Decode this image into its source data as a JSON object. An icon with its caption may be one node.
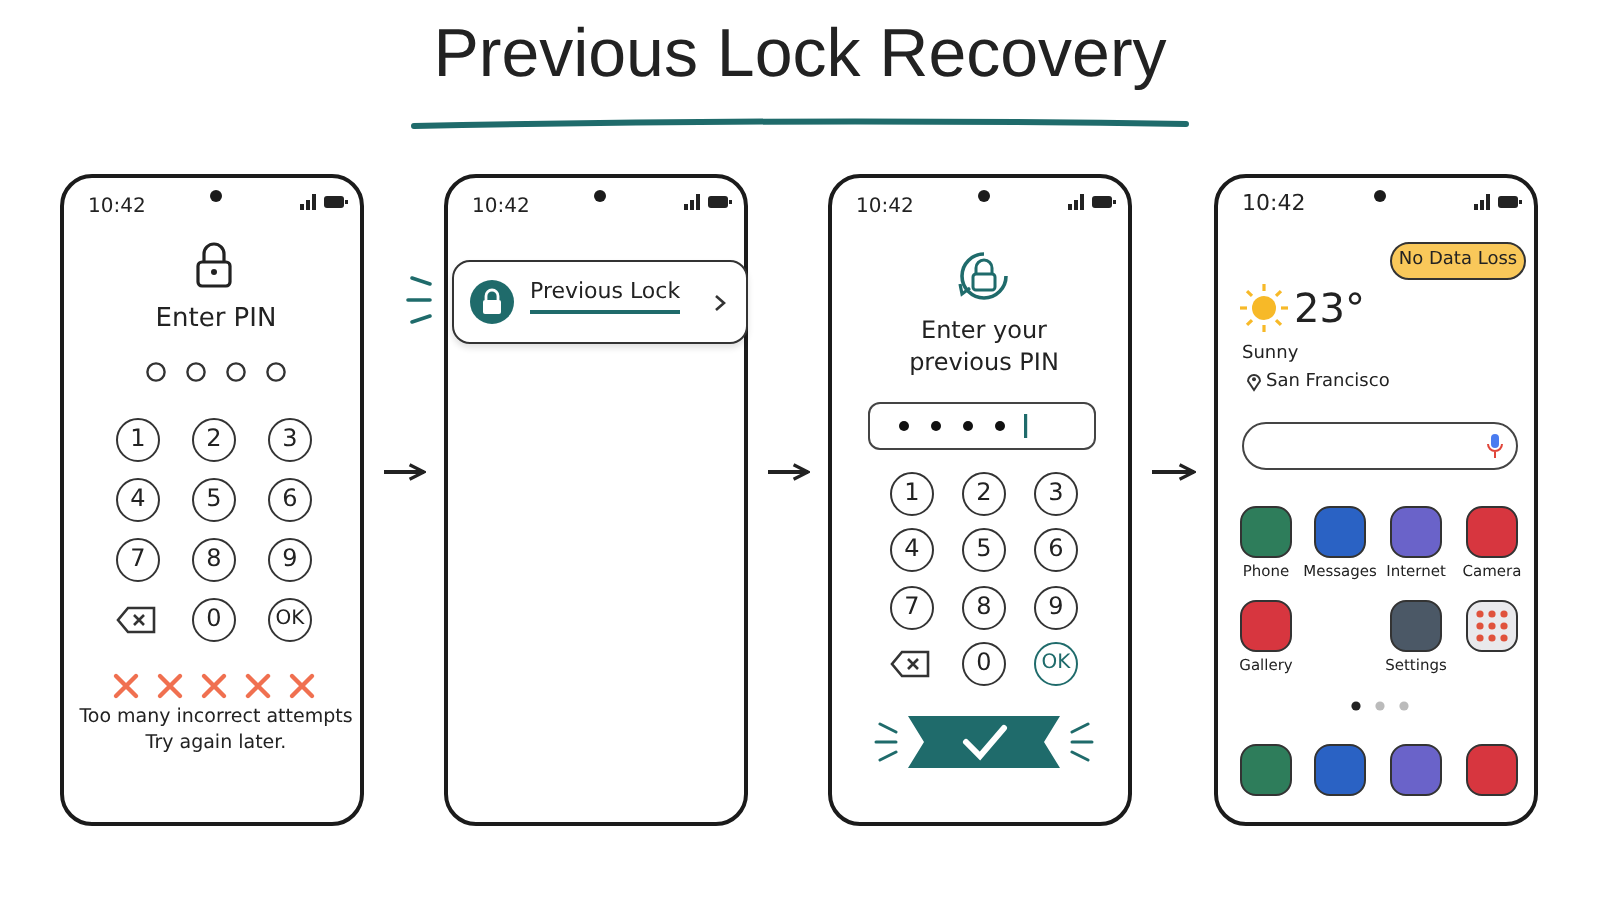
{
  "diagram": {
    "title": "Previous Lock Recovery",
    "nodes": [
      {
        "text": [
          "10:42",
          "Enter PIN",
          "Too many incorrect attempts Try again later."
        ]
      },
      {
        "text": [
          "1"
        ],
        "in": 0
      },
      {
        "text": [
          "2"
        ],
        "in": 0
      },
      {
        "text": [
          "3"
        ],
        "in": 0
      },
      {
        "text": [
          "4"
        ],
        "in": 0
      },
      {
        "text": [
          "5"
        ],
        "in": 0
      },
      {
        "text": [
          "6"
        ],
        "in": 0
      },
      {
        "text": [
          "7"
        ],
        "in": 0
      },
      {
        "text": [
          "8"
        ],
        "in": 0
      },
      {
        "text": [
          "9"
        ],
        "in": 0
      },
      {
        "text": [],
        "shape": "box",
        "in": 0
      },
      {
        "text": [
          "0"
        ],
        "in": 0
      },
      {
        "text": [
          "OK"
        ],
        "in": 0
      },
      {
        "text": [
          "10:42"
        ]
      },
      {
        "text": [
          "Previous Lock"
        ],
        "in": 13
      },
      {
        "text": [
          "10:42",
          "Enter your previous PIN"
        ]
      },
      {
        "text": [],
        "shape": "box",
        "in": 15
      },
      {
        "text": [
          "1"
        ],
        "in": 15
      },
      {
        "text": [
          "2"
        ],
        "in": 15
      },
      {
        "text": [
          "3"
        ],
        "in": 15
      },
      {
        "text": [
          "4"
        ],
        "in": 15
      },
      {
        "text": [
          "5"
        ],
        "in": 15
      },
      {
        "text": [
          "6"
        ],
        "in": 15
      },
      {
        "text": [
          "7"
        ],
        "in": 15
      },
      {
        "text": [
          "8"
        ],
        "in": 15
      },
      {
        "text": [
          "9"
        ],
        "in": 15
      },
      {
        "text": [],
        "shape": "box",
        "in": 15
      },
      {
        "text": [
          "0"
        ],
        "in": 15
      },
      {
        "text": [
          "OK"
        ],
        "in": 15
      },
      {
        "text": [
          "10:42",
          "23°",
          "Sunny",
          "San Francisco"
        ]
      },
      {
        "text": [
          "No Data Loss"
        ],
        "in": 29
      },
      {
        "text": [],
        "shape": "box",
        "in": 29
      },
      {
        "text": [
          "Phone"
        ],
        "in": 29
      },
      {
        "text": [
          "Messages"
        ],
        "in": 29
      },
      {
        "text": [
          "Internet"
        ],
        "in": 29
      },
      {
        "text": [
          "Camera"
        ],
        "in": 29
      },
      {
        "text": [
          "Gallery"
        ],
        "in": 29
      },
      {
        "text": [
          "Settings"
        ],
        "in": 29
      },
      {
        "text": [],
        "shape": "box",
        "in": 29
      },
      {
        "text": [],
        "shape": "box",
        "in": 29
      },
      {
        "text": [],
        "shape": "box",
        "in": 29
      },
      {
        "text": [],
        "shape": "box",
        "in": 29
      },
      {
        "text": [],
        "shape": "box",
        "in": 29
      }
    ],
    "edges": [
      {
        "from": 0,
        "to": 13,
        "arrow": "to"
      },
      {
        "from": 13,
        "to": 15,
        "arrow": "to"
      },
      {
        "from": 15,
        "to": 29,
        "arrow": "to"
      }
    ]
  }
}
